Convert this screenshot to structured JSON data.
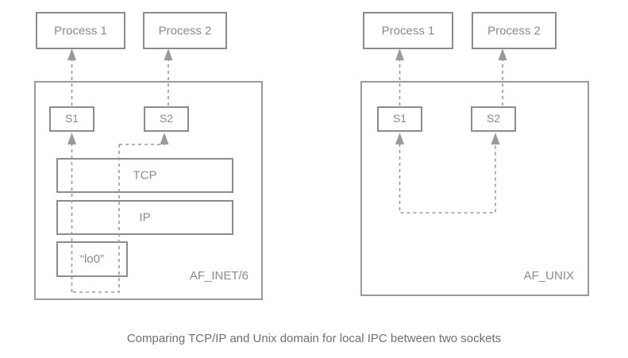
{
  "figure": {
    "caption": "Comparing TCP/IP and Unix domain for local IPC between two sockets",
    "background_color": "#ffffff",
    "line_color": "#9a9a9a",
    "text_color": "#8a8a8a",
    "caption_color": "#6f6f6f"
  },
  "panels": [
    {
      "id": "af-inet",
      "label": "AF_INET/6",
      "processes": [
        {
          "id": "process-1",
          "label": "Process 1"
        },
        {
          "id": "process-2",
          "label": "Process 2"
        }
      ],
      "sockets": [
        {
          "id": "socket-s1",
          "label": "S1"
        },
        {
          "id": "socket-s2",
          "label": "S2"
        }
      ],
      "layers": [
        {
          "id": "layer-tcp",
          "label": "TCP"
        },
        {
          "id": "layer-ip",
          "label": "IP"
        },
        {
          "id": "layer-lo0",
          "label": "“lo0”"
        }
      ]
    },
    {
      "id": "af-unix",
      "label": "AF_UNIX",
      "processes": [
        {
          "id": "process-1",
          "label": "Process 1"
        },
        {
          "id": "process-2",
          "label": "Process 2"
        }
      ],
      "sockets": [
        {
          "id": "socket-s1",
          "label": "S1"
        },
        {
          "id": "socket-s2",
          "label": "S2"
        }
      ],
      "layers": []
    }
  ]
}
